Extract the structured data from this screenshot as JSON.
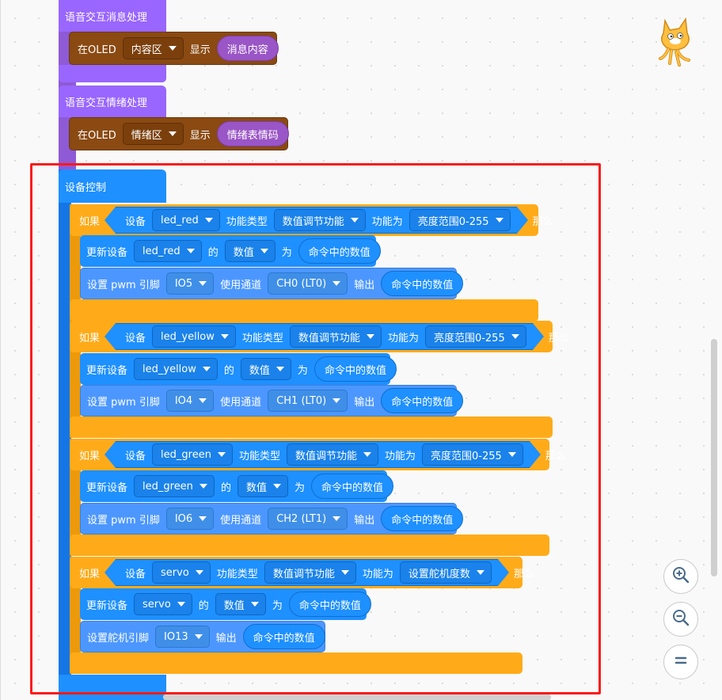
{
  "blocks": {
    "voice_msg": {
      "hat": "语音交互消息处理",
      "at": "在OLED",
      "area": "内容区",
      "show": "显示",
      "value": "消息内容"
    },
    "voice_mood": {
      "hat": "语音交互情绪处理",
      "at": "在OLED",
      "area": "情绪区",
      "show": "显示",
      "value": "情绪表情码"
    },
    "device": {
      "hat": "设备控制",
      "ifs": [
        {
          "if": "如果",
          "dev_label": "设备",
          "device": "led_red",
          "type_label": "功能类型",
          "type": "数值调节功能",
          "func_label": "功能为",
          "func": "亮度范围0-255",
          "then": "那么",
          "upd_label": "更新设备",
          "upd_device": "led_red",
          "of": "的",
          "prop": "数值",
          "as": "为",
          "cmd": "命令中的数值",
          "pwm_label": "设置 pwm 引脚",
          "pin": "IO5",
          "ch_label": "使用通道",
          "channel": "CH0 (LT0)",
          "out_label": "输出",
          "out": "命令中的数值"
        },
        {
          "if": "如果",
          "dev_label": "设备",
          "device": "led_yellow",
          "type_label": "功能类型",
          "type": "数值调节功能",
          "func_label": "功能为",
          "func": "亮度范围0-255",
          "then": "那么",
          "upd_label": "更新设备",
          "upd_device": "led_yellow",
          "of": "的",
          "prop": "数值",
          "as": "为",
          "cmd": "命令中的数值",
          "pwm_label": "设置 pwm 引脚",
          "pin": "IO4",
          "ch_label": "使用通道",
          "channel": "CH1 (LT0)",
          "out_label": "输出",
          "out": "命令中的数值"
        },
        {
          "if": "如果",
          "dev_label": "设备",
          "device": "led_green",
          "type_label": "功能类型",
          "type": "数值调节功能",
          "func_label": "功能为",
          "func": "亮度范围0-255",
          "then": "那么",
          "upd_label": "更新设备",
          "upd_device": "led_green",
          "of": "的",
          "prop": "数值",
          "as": "为",
          "cmd": "命令中的数值",
          "pwm_label": "设置 pwm 引脚",
          "pin": "IO6",
          "ch_label": "使用通道",
          "channel": "CH2 (LT1)",
          "out_label": "输出",
          "out": "命令中的数值"
        },
        {
          "if": "如果",
          "dev_label": "设备",
          "device": "servo",
          "type_label": "功能类型",
          "type": "数值调节功能",
          "func_label": "功能为",
          "func": "设置舵机度数",
          "then": "那么",
          "upd_label": "更新设备",
          "upd_device": "servo",
          "of": "的",
          "prop": "数值",
          "as": "为",
          "cmd": "命令中的数值",
          "servo_label": "设置舵机引脚",
          "servo_pin": "IO13",
          "out_label": "输出",
          "out": "命令中的数值"
        }
      ]
    }
  },
  "colors": {
    "event_purple": "#9966ff",
    "oled_brown": "#8a4a12",
    "device_blue": "#1e90ff",
    "control_orange": "#ffab19",
    "highlight_red": "#ff1a1a"
  },
  "icons": {
    "sprite": "scratch-cat-icon",
    "zoom_in": "zoom-in-icon",
    "zoom_out": "zoom-out-icon",
    "zoom_reset": "zoom-reset-icon"
  }
}
